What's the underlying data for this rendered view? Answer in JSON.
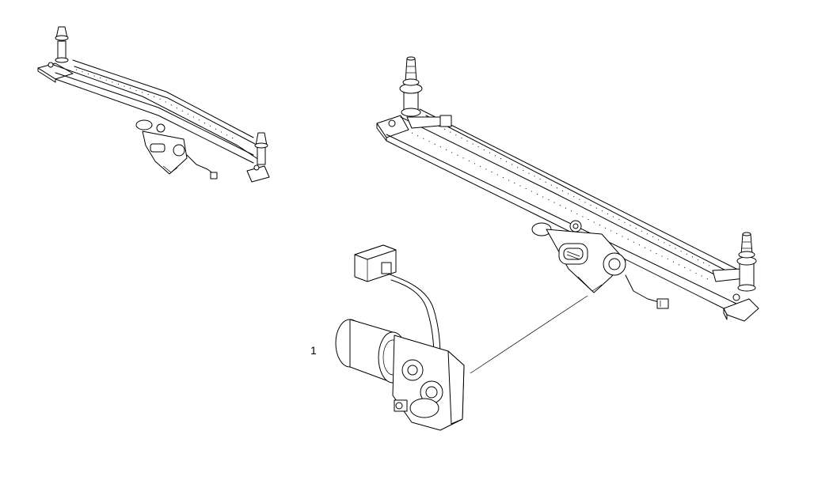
{
  "callouts": [
    {
      "id": "1",
      "label": "1",
      "part": "wiper motor"
    }
  ],
  "colors": {
    "line": "#000000",
    "background": "#ffffff"
  }
}
